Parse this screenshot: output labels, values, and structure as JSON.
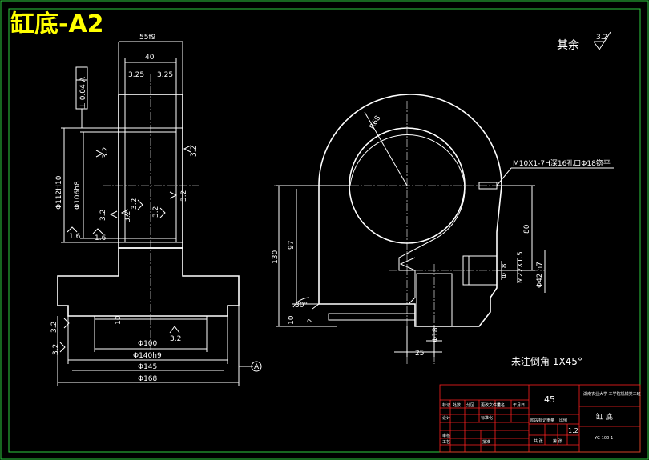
{
  "title": "缸底-A2",
  "other_surfaces": {
    "label": "其余",
    "roughness": "3.2"
  },
  "chamfer_note": "未注倒角 1X45°",
  "datum_label": "A",
  "left_view": {
    "dims": {
      "top_width": "55f9",
      "width_40": "40",
      "w_3_25a": "3.25",
      "w_3_25b": "3.25",
      "geom_tol": "⊥ 0.04 A",
      "bore_a": "Φ112H10",
      "bore_b": "Φ106h8",
      "rough_1": "3.2",
      "rough_2": "3.2",
      "rough_3": "3.2",
      "rough_4": "3.2",
      "rough_5": "3.2",
      "rough_6": "3.2",
      "rough_7": "3.2",
      "rough_8": "3.2",
      "rough_9": "1.6",
      "rough_10": "1.6",
      "d100": "Φ100",
      "d140": "Φ140h9",
      "d145": "Φ145",
      "d168": "Φ168",
      "dim_10": "10"
    }
  },
  "right_view": {
    "dims": {
      "r68": "R68",
      "thread_note": "M10X1-7H深16孔口Φ18锪平",
      "dim_80": "80",
      "dim_130": "130",
      "dim_97": "97",
      "dim_10": "10",
      "dim_2": "2",
      "angle_30": "30°",
      "dim_25": "25",
      "d18a": "Φ18",
      "d18b": "Φ18",
      "m22": "M22X1.5",
      "d42": "Φ42 h7"
    }
  },
  "title_block": {
    "material": "45",
    "school": "湖南农业大学 工学院机械类二班",
    "part_name": "缸  底",
    "drawing_no": "YG-100-1",
    "scale": "1:2",
    "labels": [
      "标记",
      "处数",
      "分区",
      "更改文件号",
      "签名",
      "年月日",
      "设计",
      "标准化",
      "阶段标记",
      "重量",
      "比例",
      "审核",
      "工艺",
      "批准",
      "共 张",
      "第 张"
    ]
  }
}
